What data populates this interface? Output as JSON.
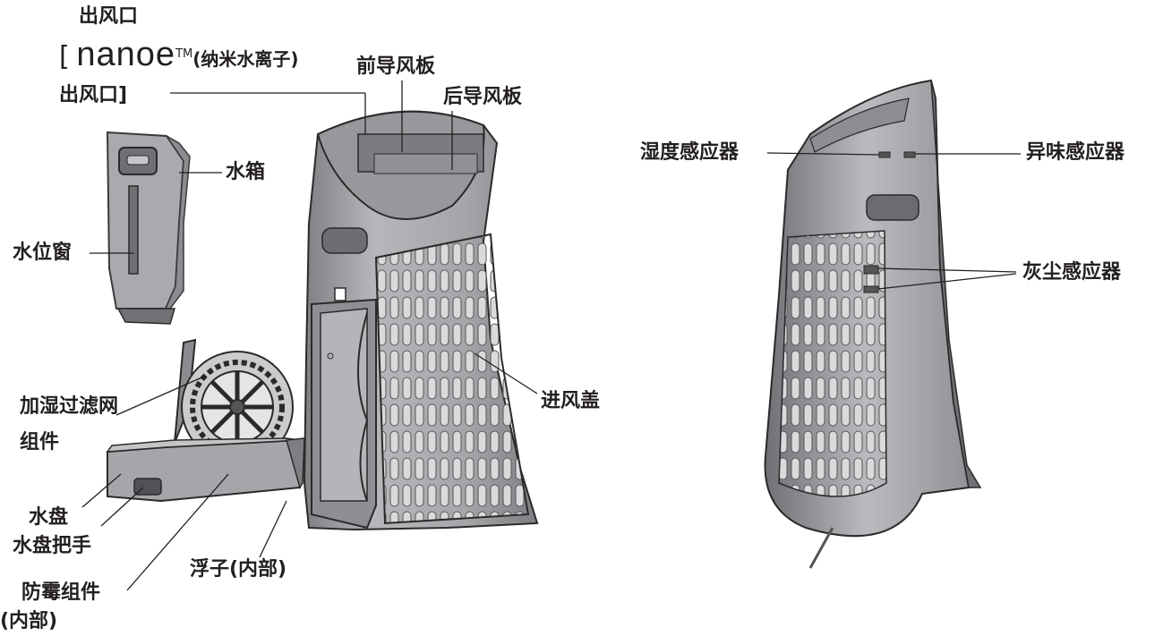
{
  "labels": {
    "outlet": "出风口",
    "bracket_open": "[",
    "nanoe": "nanoe",
    "tm": "TM",
    "nanoe_cn": "(纳米水离子)",
    "outlet2": "出风口]",
    "front_louver": "前导风板",
    "rear_louver": "后导风板",
    "water_tank": "水箱",
    "water_window": "水位窗",
    "filter_line1": "加湿过滤网",
    "filter_line2": "组件",
    "water_tray": "水盘",
    "tray_handle": "水盘把手",
    "mold_line1": "防霉组件",
    "mold_line2": "(内部)",
    "float": "浮子(内部)",
    "intake_cover": "进风盖",
    "humidity_sensor": "湿度感应器",
    "odor_sensor": "异味感应器",
    "dust_sensor": "灰尘感应器"
  }
}
